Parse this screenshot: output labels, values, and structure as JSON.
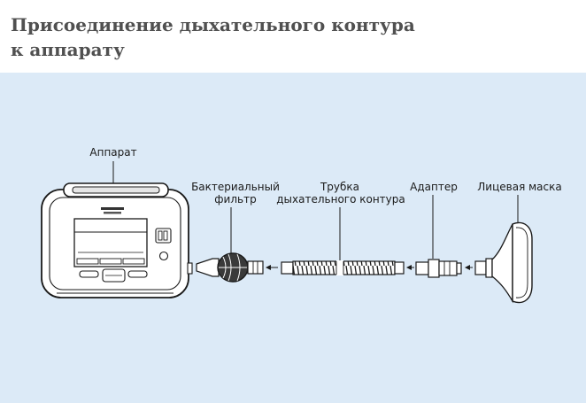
{
  "title": {
    "line1": "Присоединение дыхательного контура",
    "line2": "к аппарату"
  },
  "labels": {
    "device": "Аппарат",
    "filter_line1": "Бактериальный",
    "filter_line2": "фильтр",
    "tube_line1": "Трубка",
    "tube_line2": "дыхательного контура",
    "adapter": "Адаптер",
    "mask": "Лицевая маска"
  },
  "colors": {
    "panel": "#dceaf7",
    "title": "#505050",
    "ink": "#1a1a1a"
  }
}
